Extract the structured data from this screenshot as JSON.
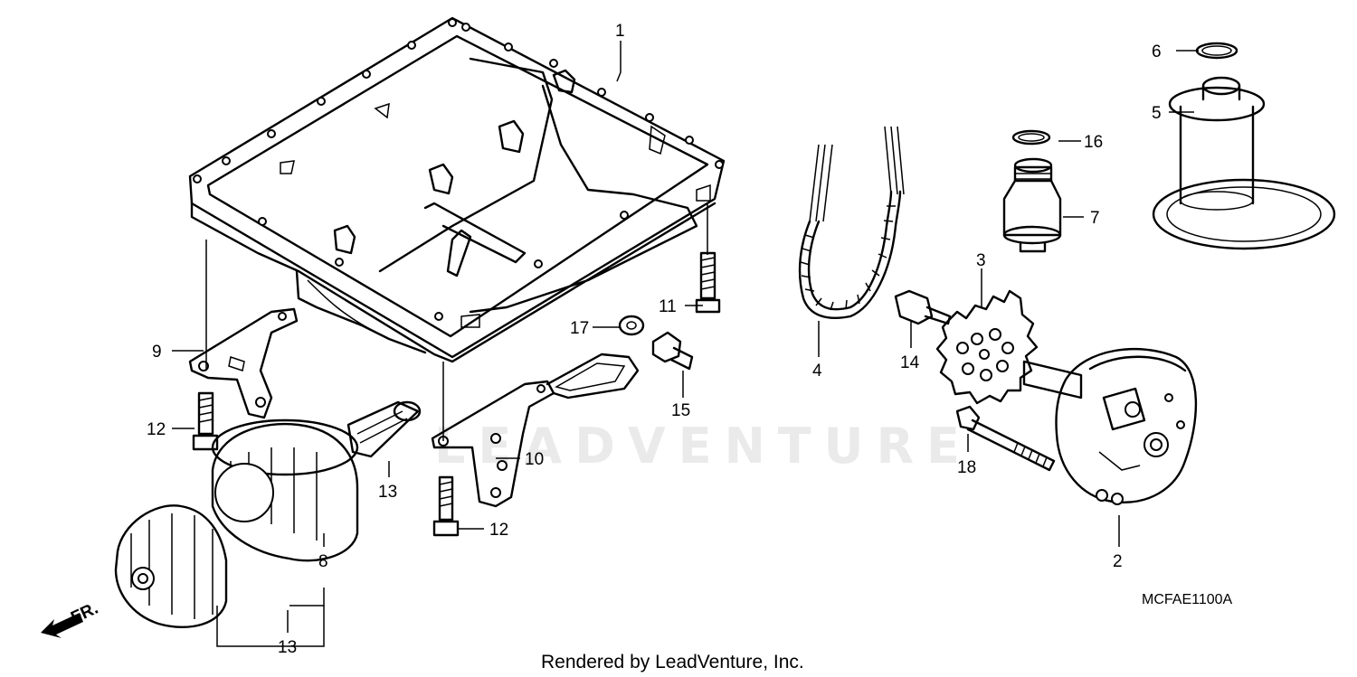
{
  "diagram": {
    "callouts": {
      "c1": "1",
      "c2": "2",
      "c3": "3",
      "c4": "4",
      "c5": "5",
      "c6": "6",
      "c7": "7",
      "c8": "8",
      "c9": "9",
      "c10": "10",
      "c11": "11",
      "c12a": "12",
      "c12b": "12",
      "c13a": "13",
      "c13b": "13",
      "c14": "14",
      "c15": "15",
      "c16": "16",
      "c17": "17",
      "c18": "18"
    },
    "direction_label": "FR.",
    "diagram_code": "MCFAE1100A",
    "watermark": "LEADVENTURE",
    "credit": "Rendered by LeadVenture, Inc."
  }
}
